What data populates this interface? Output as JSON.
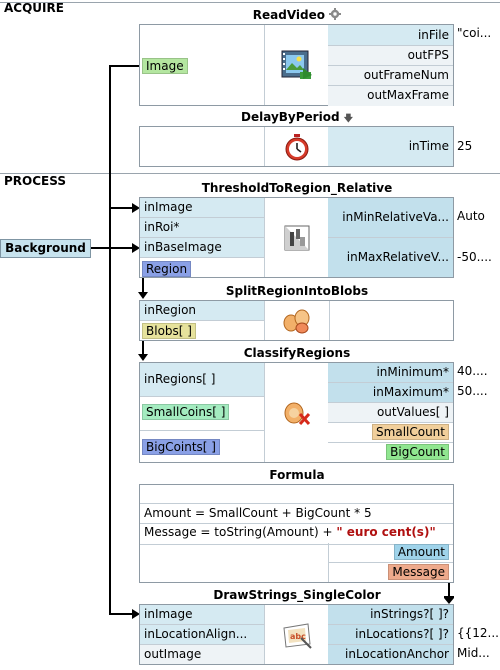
{
  "sections": {
    "acquire": "ACQUIRE",
    "process": "PROCESS"
  },
  "global_var": {
    "name": "Background"
  },
  "colors": {
    "image_green": "#b4e6a0",
    "region_blue": "#8aa0e6",
    "blobs_yellow": "#e6e29c",
    "small_green": "#a4ecc0",
    "count_orange": "#f1cf9b",
    "big_green": "#90e690",
    "amount_blue": "#9fd3ea",
    "message_orange": "#eeaa8c"
  },
  "filters": {
    "readvideo": {
      "name": "ReadVideo",
      "left_output": "Image",
      "inputs": [
        {
          "label": "inFile",
          "value": "\"coi..."
        }
      ],
      "outputs": [
        "outFPS",
        "outFrameNum",
        "outMaxFrame"
      ]
    },
    "delay": {
      "name": "DelayByPeriod",
      "inputs": [
        {
          "label": "inTime",
          "value": "25"
        }
      ]
    },
    "threshold": {
      "name": "ThresholdToRegion_Relative",
      "left_inputs": [
        "inImage",
        "inRoi*",
        "inBaseImage"
      ],
      "left_output": "Region",
      "right_inputs": [
        {
          "label": "inMinRelativeVa...",
          "value": "Auto"
        },
        {
          "label": "inMaxRelativeV...",
          "value": "-50...."
        }
      ]
    },
    "split": {
      "name": "SplitRegionIntoBlobs",
      "left_inputs": [
        "inRegion"
      ],
      "left_output": "Blobs[ ]"
    },
    "classify": {
      "name": "ClassifyRegions",
      "left_inputs": [
        "inRegions[ ]"
      ],
      "left_outputs": [
        "SmallCoins[ ]",
        "BigCoints[ ]"
      ],
      "right_inputs": [
        {
          "label": "inMinimum*",
          "value": "40...."
        },
        {
          "label": "inMaximum*",
          "value": "50...."
        }
      ],
      "right_outputs": [
        "outValues[ ]",
        "SmallCount",
        "BigCount"
      ]
    },
    "formula": {
      "name": "Formula",
      "line1": "Amount = SmallCount + BigCount * 5",
      "line2_prefix": "Message = toString(Amount) + ",
      "line2_string": "\" euro cent(s)\"",
      "outputs": [
        "Amount",
        "Message"
      ]
    },
    "draw": {
      "name": "DrawStrings_SingleColor",
      "left_inputs": [
        "inImage",
        "inLocationAlign..."
      ],
      "left_output": "outImage",
      "right_inputs": [
        {
          "label": "inStrings?[ ]?",
          "value": ""
        },
        {
          "label": "inLocations?[ ]?",
          "value": "{{12..."
        },
        {
          "label": "inLocationAnchor",
          "value": "Mid..."
        }
      ]
    }
  }
}
